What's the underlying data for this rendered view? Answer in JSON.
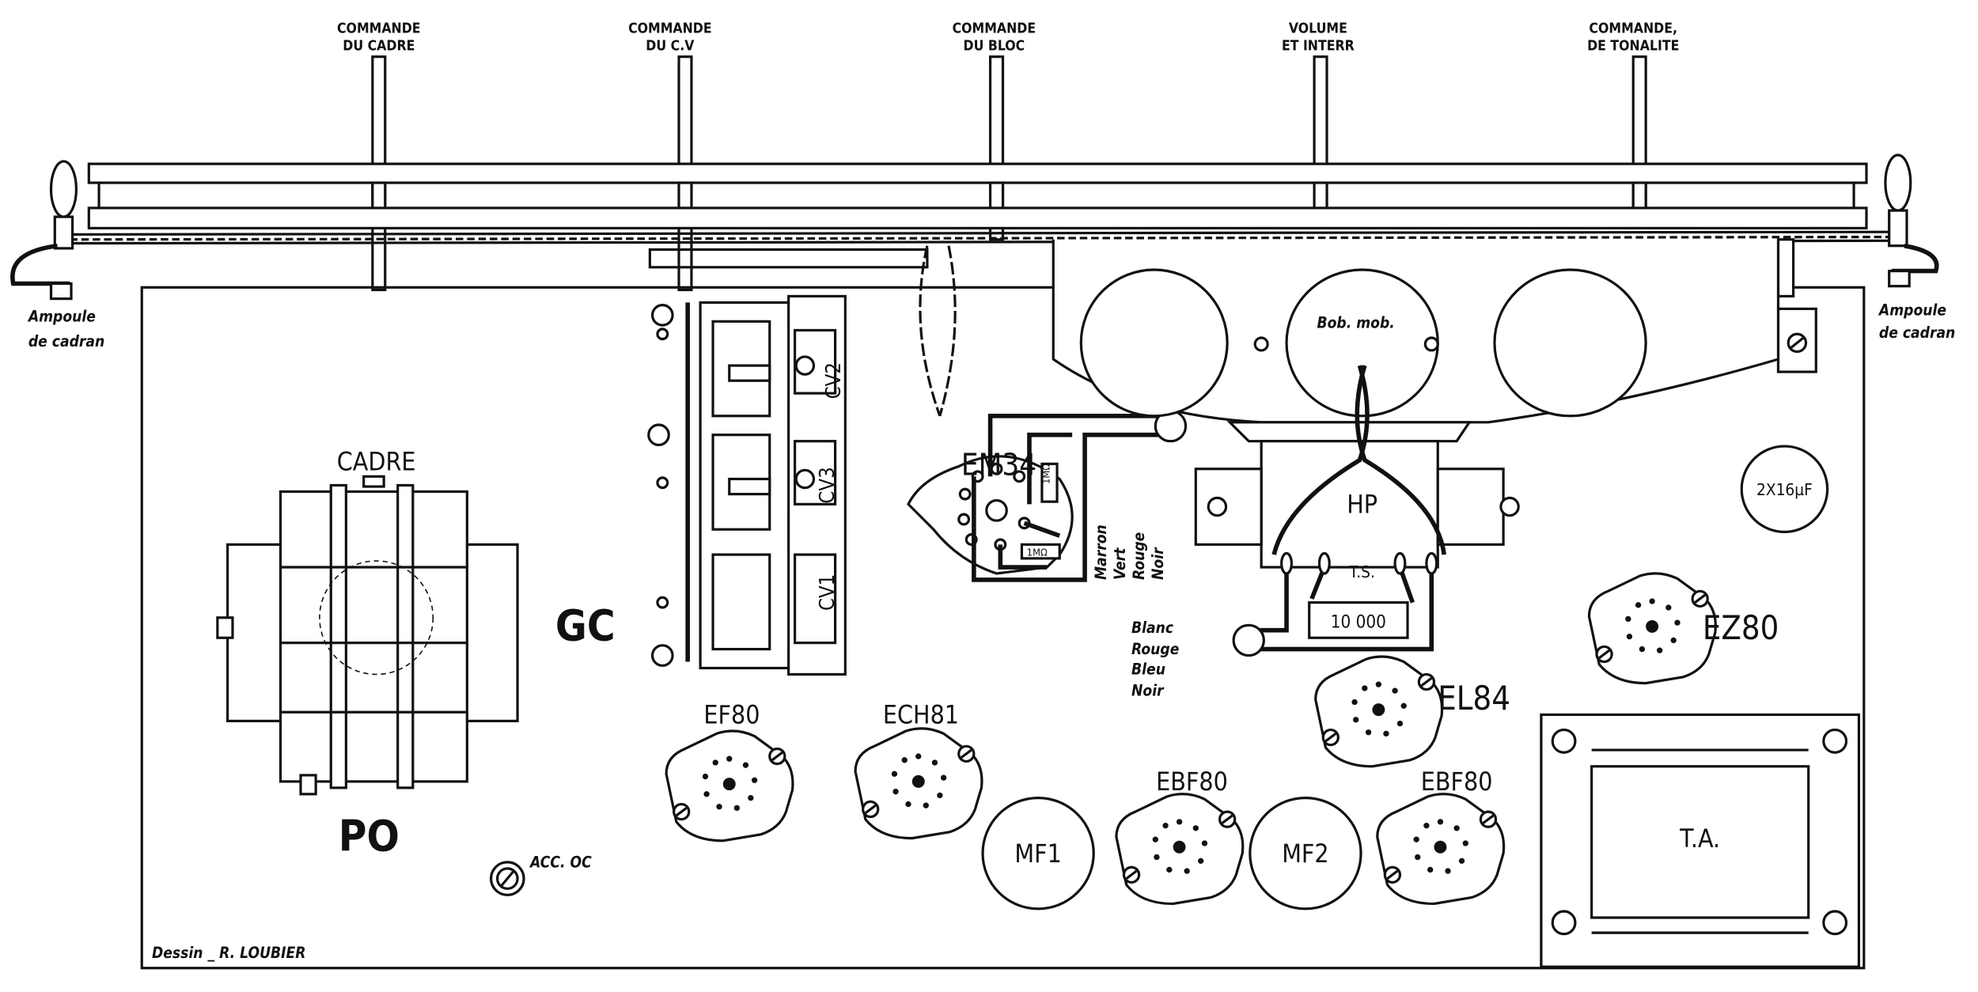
{
  "controls": [
    {
      "line1": "COMMANDE",
      "line2": "DU CADRE"
    },
    {
      "line1": "COMMANDE",
      "line2": "DU C.V"
    },
    {
      "line1": "COMMANDE",
      "line2": "DU BLOC"
    },
    {
      "line1": "VOLUME",
      "line2": "ET INTERR"
    },
    {
      "line1": "COMMANDE,",
      "line2": "DE TONALITE"
    }
  ],
  "lamp_left": {
    "line1": "Ampoule",
    "line2": "de cadran"
  },
  "lamp_right": {
    "line1": "Ampoule",
    "line2": "de cadran"
  },
  "frame": {
    "title": "CADRE",
    "po": "PO",
    "gc": "GC"
  },
  "acc_oc": "ACC. OC",
  "credit": "Dessin _ R. LOUBIER",
  "cv": [
    "CV2",
    "CV3",
    "CV1"
  ],
  "em34": "EM34",
  "em34_wires": [
    "Marron",
    "Vert",
    "Rouge",
    "Noir"
  ],
  "resistors": [
    "1MΩ",
    "1MΩ"
  ],
  "speaker": {
    "bob": "Bob. mob.",
    "hp": "HP",
    "ts": "T.S.",
    "resistor": "10 000"
  },
  "hp_wires": [
    "Blanc",
    "Rouge",
    "Bleu",
    "Noir"
  ],
  "tubes": {
    "ef80": "EF80",
    "ech81": "ECH81",
    "ebf80a": "EBF80",
    "ebf80b": "EBF80",
    "el84": "EL84",
    "ez80": "EZ80"
  },
  "mf": [
    "MF1",
    "MF2"
  ],
  "capacitor": "2X16µF",
  "transformer": "T.A."
}
